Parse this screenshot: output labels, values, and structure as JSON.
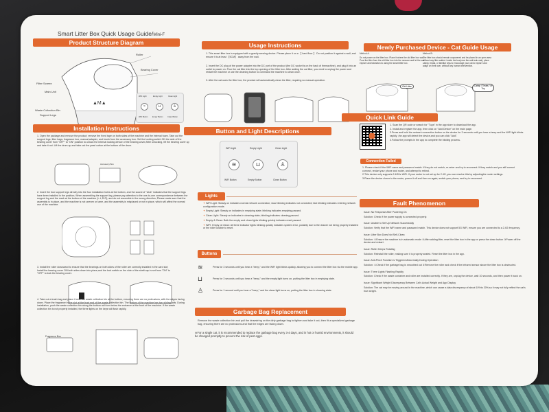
{
  "page_title": "Smart  Litter Box Quick Usage Guide/",
  "page_title_model": "Mini-F",
  "sections": {
    "structure": "Product Structure Diagram",
    "installation": "Installation Instructions",
    "usage": "Usage Instructions",
    "button_light": "Button and Light Descriptions",
    "garbage": "Garbage Bag Replacement",
    "new_device": "Newly Purchased Device - Cat Guide Usage",
    "quick_link": "Quick Link Guide",
    "fault": "Fault Phenomenon"
  },
  "structure_labels": {
    "roller": "Roller",
    "bearing_cover": "Bearing Cover",
    "filter_screen": "Filter Screen",
    "main_unit": "Main Unit",
    "waste_bin": "Waste Collection Bin",
    "support_legs": "Support Legs",
    "wifi_light": "WiFi Light",
    "empty_light": "Empty Light",
    "clean_light": "Clean Light",
    "wifi_button": "WiFi Button",
    "empty_button": "Empty Button",
    "clean_button": "Clean Button"
  },
  "installation_steps": [
    "1. Open the package and remove the product; remove the fixed tape on both sides of the machine and the internal foam. Take out the support legs, litter bags, fragrance box, manual,adapter, and brush from the accessory box. Set the locking switch ON the side of the bearing cover from \"OFF\" to \"ON\" position to unlock the internal locking device of the bearing cover;After unlocking, lift the bearing cover up and take it out. Lift the drum up and take out the pearl cotton at the bottom of the drum.",
    "2. Insert the four support legs directly into the four installation holes at the bottom, and the sound of \"click\" indicates that the support legs have been installed in the position; When assembling the support leg, please pay attention to the one-to-one correspondence between the support leg and the mark at the bottom of the machine (L-L,R-R), and do not assemble in the wrong direction; Please make sure that the assembly is in place, and the machine is not uneven or lame, and the assembly is misplaced or not in place, which will affect the normal use of the machine.",
    "3. Install the roller downward to ensure that the bearings on both sides of the roller are correctly installed in the card slot; Install the bearing cover ON both sides down into place,and the lock switch on the side of the shaft cap is set from \"ON\" to \"OFF\" to lock the bearing cover.",
    "4. Take out a trash bag and place it over the waste collection bin at the bottom, ensuring there are no protrusions, with the edges facing down. Place the fragrance in the slot at the front end of the waste collection bin. The bottom of the machine has two sliding rails. During installation, push the waste collection bin along the bottom rail from below the entrance at the front of the machine. If the waste collection bin is not properly installed, the three lights on the keys will flash rapidly."
  ],
  "accessory_label": "Accessory Box",
  "fragrance_label": "Fragrance Box",
  "usage_steps": [
    "1. This smart litter box is equipped with a gravity sensing device. Please place it on a 【 hard floor 】 Do not position it against a wall, and ensure it is at least 【5CM】 away from the wall.",
    "2. Insert the DC plug of the power adapter into the DC port of the product (the DC socket is on the back of themachine), and plug it into an outlet to power on. Pour the cat litter into the top opening of the litter box. After adding the cat litter, you need to unplug the power and restart the machine or use the cleaning button to command the machine to clean once.",
    "3. After the cat uses the litter box, the product will automatically clean the litter, requiring no manual operation."
  ],
  "lights_title": "Lights",
  "lights": [
    "WiFi Light: Steady on indicates normal network connection; slow blinking indicates not connected; fast blinking indicates entering network configuration mode.",
    "Empty Light: Steady on indicates in emptying state; blinking indicates emptying paused.",
    "Clean Light: Steady on indicates in cleaning state; blinking indicates cleaning paused.",
    "Empty & Clean: Both the empty and clean lights blinking quickly indicates reset paused.",
    "WiFi, Empty, & Clean: All three indicator lights blinking quickly indicates system error, possibly due to the drawer not being properly installed or the roller unable to reset."
  ],
  "buttons_title": "Buttons",
  "buttons": [
    "Press for 3 seconds until you hear a \"beep,\" and the WiFi light blinks quickly, allowing you to connect the litter box via the mobile app.",
    "Press for 3 seconds until you hear a \"beep,\" and the empty light turns on, putting the litter box in emptying state.",
    "Press for 1 second until you hear a \"beep,\" and the clean light turns on, putting the litter box in cleaning state."
  ],
  "garbage_text": [
    "Remove the waste collection bin and pull the drawstring on the dirty garbage bag to tighten and take it out, then fit a specialized garbage bag,  ensuring there are no protrusions and that the edges are facing down.",
    "※For a single cat, it is recommended to replace the garbage bag every 3-4 days, and in hot or humid environments, it should be changed promptly to prevent the risk of pest eggs."
  ],
  "new_device": {
    "method_a_title": "Method A:",
    "method_a": "Do not power on the litter box. Place it where the old litter box was. Pour the litter from the old litter box into the newone and let the cat explore and transition to using the smart litter box.",
    "method_b_title": "Method B:",
    "method_b": "The litter box should remain unpowered and be placed in an open area without any litter added. Inside the box(near the anti-leak mat), place catnip, treats, or familiar toys to encourage your cat to explore and adapt on their own, without any human intervention.",
    "old_litter": "Old Litter",
    "catnip": "Catnip / Treats / or Toy"
  },
  "quick_link": [
    "1. Scan the QR code or search for \"Tuya\" in the app store to download the app.",
    "2. Install and register the app, then click on \"Add Device\" on the main page.",
    "3.Press and hold the network connection button on the device for 3 seconds until you hear a beep and the WiFi light blinks rapidly ,the app will detect the device,and you can click \"Add\".",
    "4.Follow the prompts in the app to complete the binding process."
  ],
  "connection_failed_title": "Connection Failed",
  "connection_failed": [
    "1. Please check if the WiFi name and password match. If they do not match, re-enter and try to reconnect. If they match and you still cannot connect, restart your phone and router, and attempt to rebind.",
    "2.This device only supports 2.4GHz WiFi. If your router is not set up for 2.4G, you can resolve this by adjustingthe router settings.",
    "3.Place the device closer to the router, power it off and then on again, switch your phone, and try to reconnect."
  ],
  "faults": [
    {
      "issue": "Issue: No Response After Powering On",
      "solution": "Solution: Check if the power supply is connected properly."
    },
    {
      "issue": "Issue: Unable to Set Up Network Successfully",
      "solution": "Solution: Verify that the WiFi name and password match. This device does not support 5G WiFi, ensure you are connected to a 2.4G frequency."
    },
    {
      "issue": "Issue: Litter Box Does Not Self-Clean",
      "solution": "Solution: ①Ensure the machine is in automatic mode ②After adding litter, reset the litter box in the app or press the clean button ③Power off the device and restart."
    },
    {
      "issue": "Issue: Roller Keeps Rotating",
      "solution": "Solution: Reinstall the roller, making sure it is properly seated. Reset the litter box in the app."
    },
    {
      "issue": "Issue: Anti-Pinch Function is Triggered Abnormally During Operation",
      "solution": "Solution: ①Check if the garbage bag is smoothed out ②Remove the roller and check if the infrared sensor above the litter box is obstructed."
    },
    {
      "issue": "Issue: Three Lights Flashing Rapidly",
      "solution": "Solution: Check if the waste container and roller are installed correctly. If they are, unplug the device, wait 10 seconds, and then power it back on."
    },
    {
      "issue": "Issue: Significant Weight Discrepancy Between Cat's Actual Weight and App Display",
      "solution": "Solution: The cat may be moving around in the machine, which can cause a data discrepancy of about 10%to 20%,so it may not fully reflect the cat's true weight."
    }
  ]
}
